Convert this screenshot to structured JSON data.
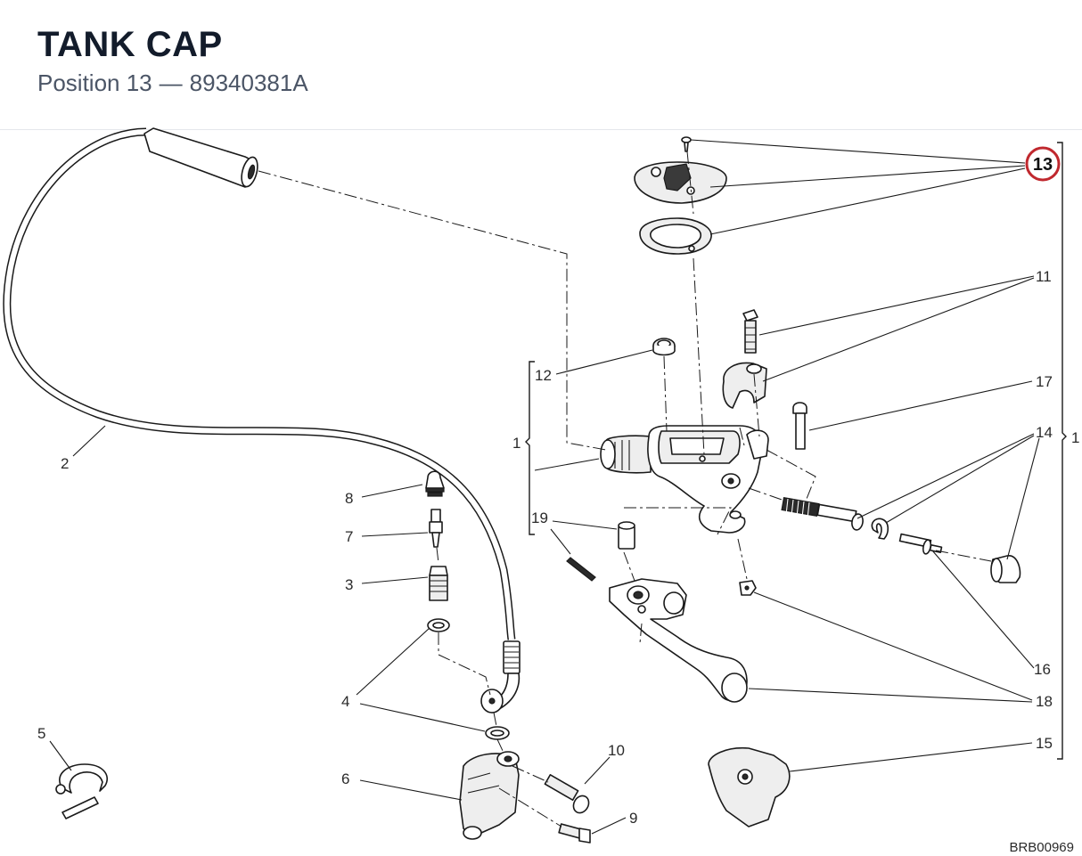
{
  "header": {
    "title": "TANK CAP",
    "position_label": "Position 13",
    "separator": "—",
    "part_number": "89340381A"
  },
  "diagram": {
    "highlighted_position": "13",
    "reference_code": "BRB00969",
    "labels": {
      "p1_left": "1",
      "p1_right": "1",
      "p2": "2",
      "p3": "3",
      "p4": "4",
      "p5": "5",
      "p6": "6",
      "p7": "7",
      "p8": "8",
      "p9": "9",
      "p10": "10",
      "p11": "11",
      "p12": "12",
      "p14": "14",
      "p15": "15",
      "p16": "16",
      "p17": "17",
      "p18": "18",
      "p19": "19"
    },
    "colors": {
      "highlight_ring": "#c0282e",
      "line": "#1a1a1a",
      "title": "#131c2b",
      "subtitle": "#4b5566"
    }
  }
}
